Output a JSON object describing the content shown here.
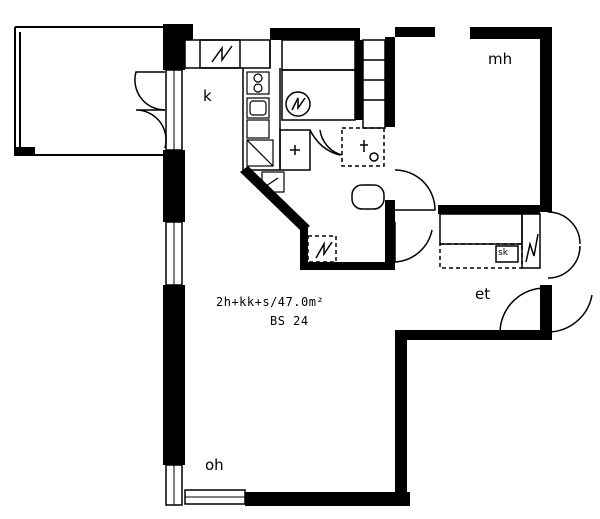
{
  "rooms": {
    "kitchen": "k",
    "bedroom": "mh",
    "entry": "et",
    "living": "oh"
  },
  "fixtures": {
    "closet": "sk"
  },
  "apartment": {
    "area_text": "2h+kk+s/47.0m²",
    "code": "BS 24"
  },
  "colors": {
    "wall": "#000000",
    "line": "#000000",
    "background": "#ffffff"
  }
}
